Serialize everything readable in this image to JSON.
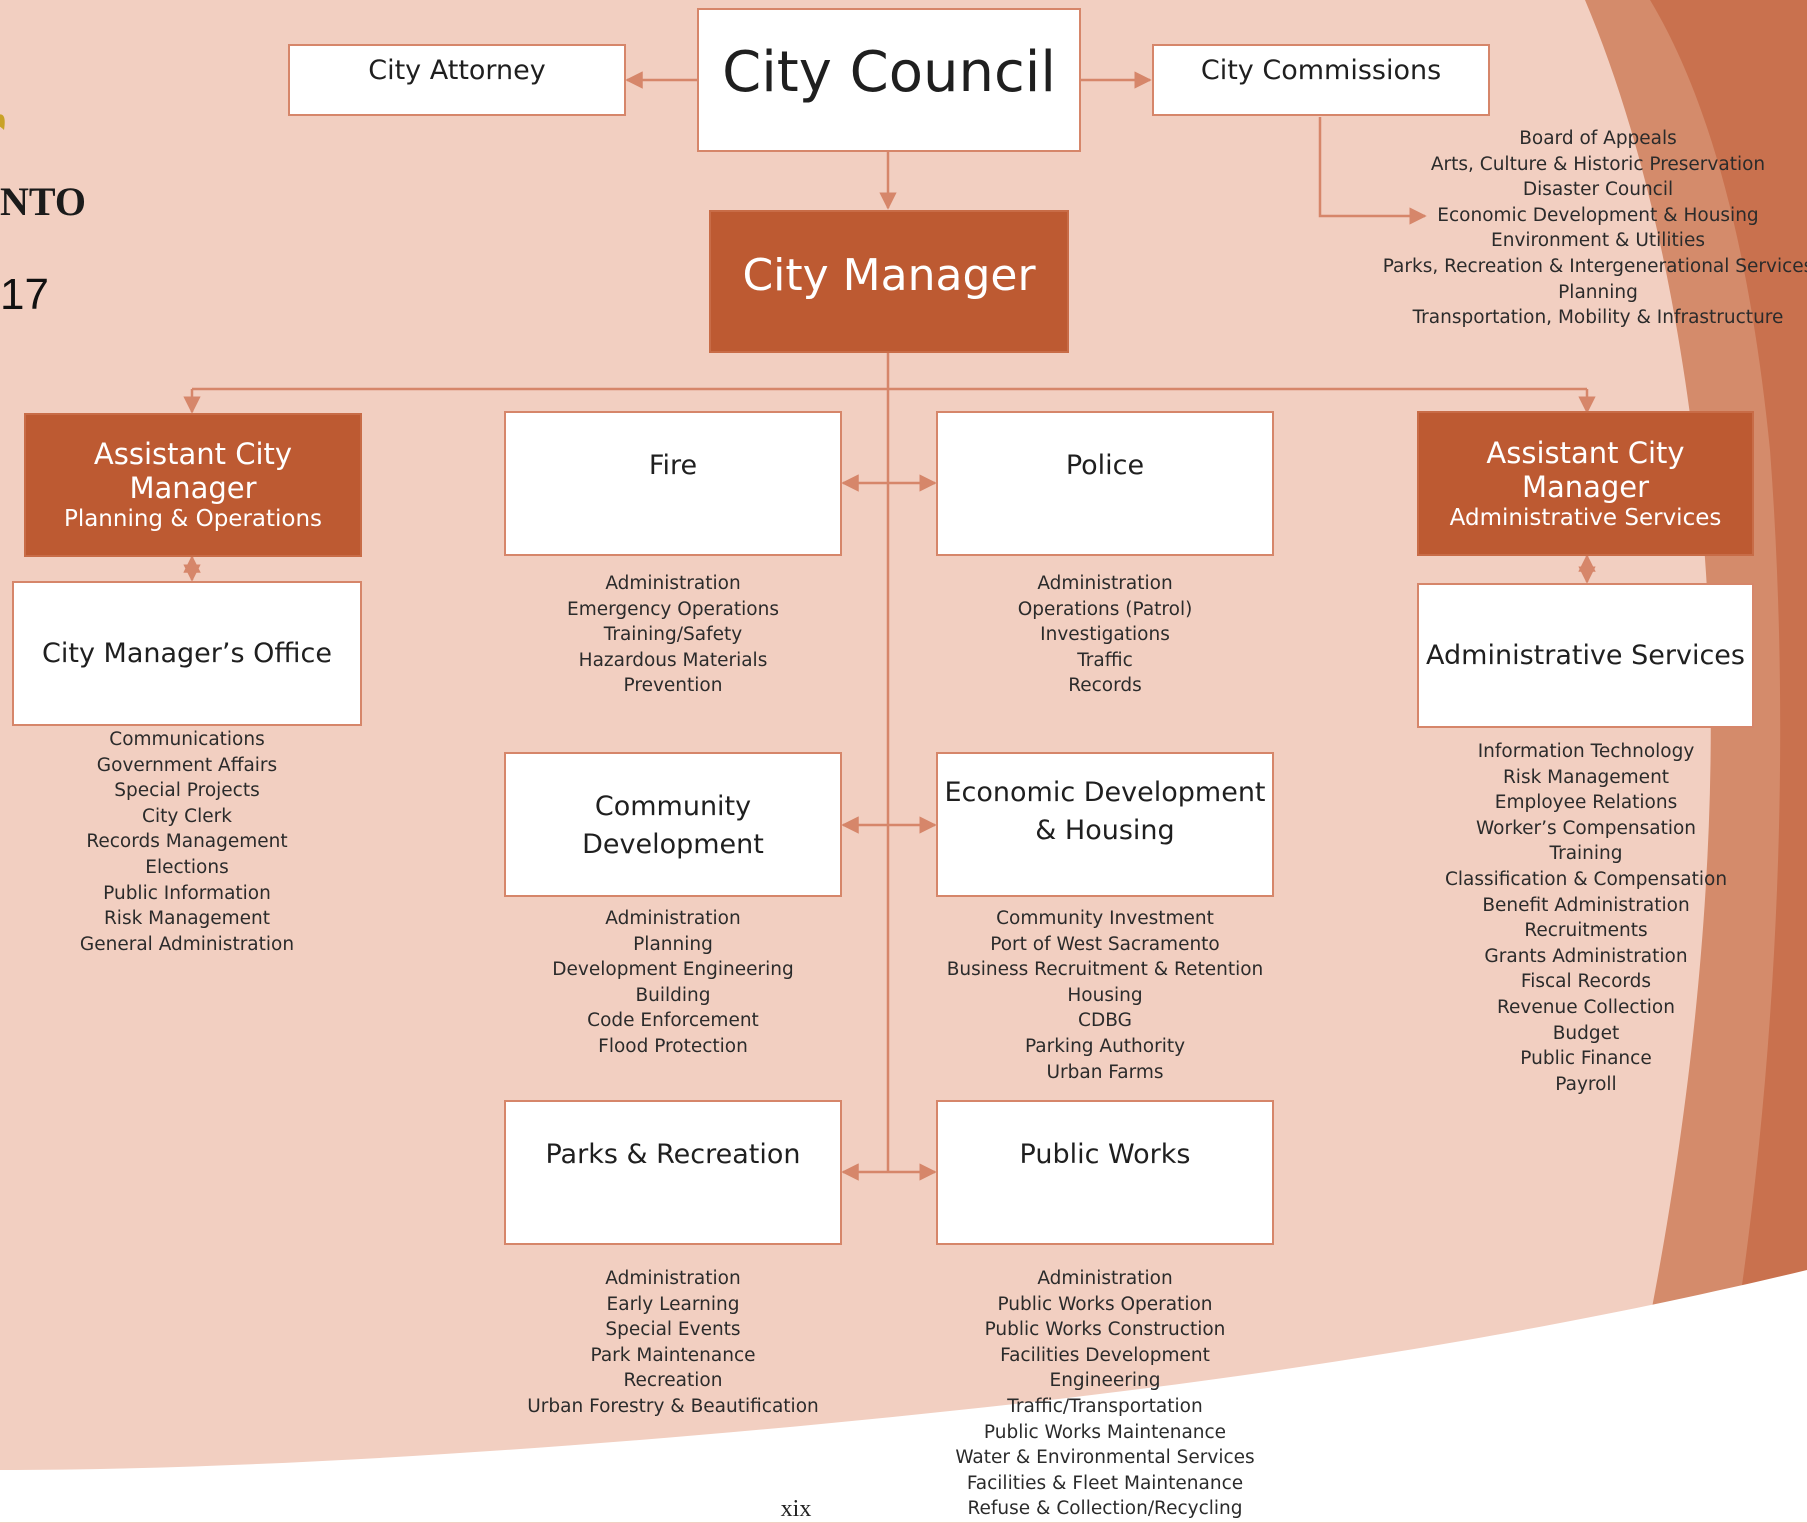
{
  "colors": {
    "background": "#f2cfc1",
    "accent_dark": "#bd5a32",
    "swoosh": "#cf7d5b",
    "connector": "#d6866a",
    "white": "#ffffff"
  },
  "partial_text": {
    "logo_fragment": "NTO",
    "year_fragment": "17"
  },
  "page_number": "xix",
  "nodes": {
    "city_council": "City Council",
    "city_attorney": "City Attorney",
    "city_commissions": "City Commissions",
    "city_manager": "City Manager",
    "acm_left": {
      "title": "Assistant City Manager",
      "subtitle": "Planning & Operations"
    },
    "acm_right": {
      "title": "Assistant City Manager",
      "subtitle": "Administrative Services"
    },
    "city_managers_office": "City Manager’s Office",
    "administrative_services": "Administrative Services",
    "fire": "Fire",
    "police": "Police",
    "community_development": "Community Development",
    "economic_development": "Economic Development & Housing",
    "parks_recreation": "Parks & Recreation",
    "public_works": "Public Works"
  },
  "lists": {
    "commissions": [
      "Board of Appeals",
      "Arts, Culture & Historic Preservation",
      "Disaster Council",
      "Economic Development & Housing",
      "Environment & Utilities",
      "Parks, Recreation & Intergenerational Services",
      "Planning",
      "Transportation, Mobility & Infrastructure"
    ],
    "city_managers_office": [
      "Communications",
      "Government Affairs",
      "Special Projects",
      "City Clerk",
      "Records Management",
      "Elections",
      "Public Information",
      "Risk Management",
      "General Administration"
    ],
    "fire": [
      "Administration",
      "Emergency Operations",
      "Training/Safety",
      "Hazardous Materials",
      "Prevention"
    ],
    "police": [
      "Administration",
      "Operations (Patrol)",
      "Investigations",
      "Traffic",
      "Records"
    ],
    "community_development": [
      "Administration",
      "Planning",
      "Development Engineering",
      "Building",
      "Code Enforcement",
      "Flood Protection"
    ],
    "economic_development": [
      "Community Investment",
      "Port of West Sacramento",
      "Business Recruitment & Retention",
      "Housing",
      "CDBG",
      "Parking Authority",
      "Urban Farms"
    ],
    "parks_recreation": [
      "Administration",
      "Early Learning",
      "Special Events",
      "Park Maintenance",
      "Recreation",
      "Urban Forestry & Beautification"
    ],
    "public_works": [
      "Administration",
      "Public Works Operation",
      "Public Works Construction",
      "Facilities Development",
      "Engineering",
      "Traffic/Transportation",
      "Public Works Maintenance",
      "Water & Environmental Services",
      "Facilities & Fleet Maintenance",
      "Refuse & Collection/Recycling"
    ],
    "administrative_services": [
      "Information Technology",
      "Risk Management",
      "Employee Relations",
      "Worker’s Compensation",
      "Training",
      "Classification & Compensation",
      "Benefit Administration",
      "Recruitments",
      "Grants Administration",
      "Fiscal Records",
      "Revenue Collection",
      "Budget",
      "Public Finance",
      "Payroll"
    ]
  }
}
